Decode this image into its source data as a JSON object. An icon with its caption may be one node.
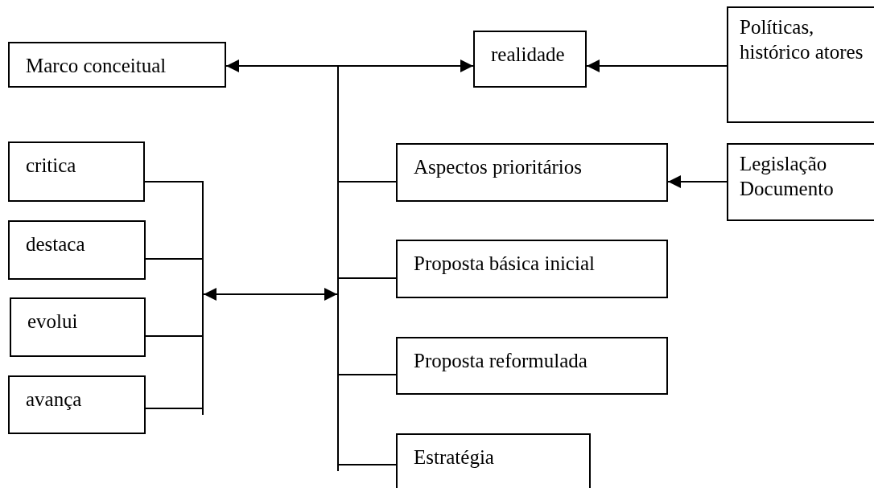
{
  "diagram": {
    "nodes": [
      {
        "text": [
          "Marco conceitual"
        ]
      },
      {
        "text": [
          "realidade"
        ]
      },
      {
        "text": [
          "Políticas, histórico atores"
        ]
      },
      {
        "text": [
          "critica"
        ]
      },
      {
        "text": [
          "destaca"
        ]
      },
      {
        "text": [
          "evolui"
        ]
      },
      {
        "text": [
          "avança"
        ]
      },
      {
        "text": [
          "Aspectos prioritários"
        ]
      },
      {
        "text": [
          "Legislação Documento"
        ]
      },
      {
        "text": [
          "Proposta básica inicial"
        ]
      },
      {
        "text": [
          "Proposta reformulada"
        ]
      },
      {
        "text": [
          "Estratégia"
        ]
      },
      {
        "text": [],
        "shape": "bar"
      },
      {
        "text": [],
        "shape": "bar"
      }
    ],
    "edges": [
      {
        "from": 13,
        "to": 0,
        "arrow": "to"
      },
      {
        "from": 13,
        "to": 1,
        "arrow": "to"
      },
      {
        "from": 2,
        "to": 1,
        "arrow": "to"
      },
      {
        "from": 8,
        "to": 7,
        "arrow": "to"
      },
      {
        "from": 13,
        "to": 7,
        "arrow": "none"
      },
      {
        "from": 13,
        "to": 9,
        "arrow": "none"
      },
      {
        "from": 13,
        "to": 10,
        "arrow": "none"
      },
      {
        "from": 13,
        "to": 11,
        "arrow": "none"
      },
      {
        "from": 12,
        "to": 13,
        "arrow": "both"
      },
      {
        "from": 3,
        "to": 12,
        "arrow": "none"
      },
      {
        "from": 4,
        "to": 12,
        "arrow": "none"
      },
      {
        "from": 5,
        "to": 12,
        "arrow": "none"
      },
      {
        "from": 6,
        "to": 12,
        "arrow": "none"
      }
    ]
  }
}
